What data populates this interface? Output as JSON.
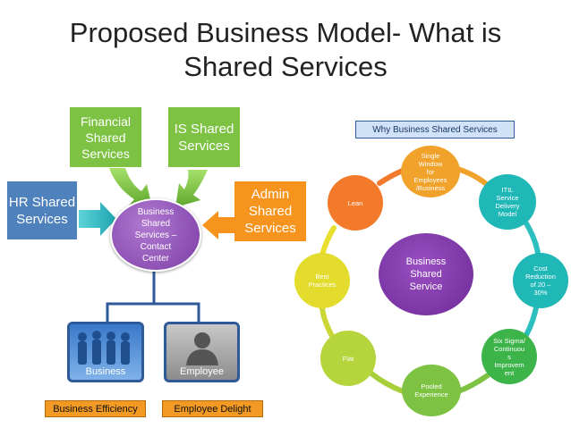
{
  "title": {
    "line1": "Proposed Business Model- What is",
    "line2": "Shared Services"
  },
  "left": {
    "hr": "HR Shared\nServices",
    "financial": "Financial\nShared\nServices",
    "is": "IS Shared\nServices",
    "admin": "Admin\nShared\nServices",
    "center": "Business\nShared\nServices –\nContact\nCenter",
    "business_label": "Business",
    "employee_label": "Employee",
    "business_efficiency": "Business Efficiency",
    "employee_delight": "Employee Delight"
  },
  "right": {
    "why": "Why Business Shared Services",
    "hub": "Business\nShared\nService",
    "nodes": {
      "single": "Single\nWindow\nfor\nEmployees\n/Business",
      "itil": "ITIL\nService\nDelivery\nModel",
      "cost": "Cost\nReduction\nof 20 –\n30%",
      "sixsigma": "Six Sigma/\nContinuou\ns\nImprovem\nent",
      "pooled": "Pooled\nExperience",
      "flat": "Flat",
      "best": "Best\nPractices",
      "lean": "Lean"
    }
  },
  "colors": {
    "blue": "#4f81bd",
    "green": "#7dc242",
    "orange": "#f7941d",
    "purple": "#7b3ca6"
  }
}
